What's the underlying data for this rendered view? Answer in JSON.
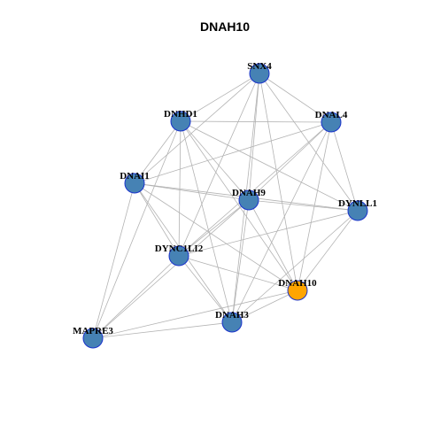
{
  "title": "DNAH10",
  "colors": {
    "node": "#4682B4",
    "node_border": "#1a33cc",
    "highlight": "#FFA500",
    "edge": "#b3b3b3"
  },
  "nodes": [
    {
      "id": "SNX4",
      "label": "SNX4",
      "highlight": false
    },
    {
      "id": "DNHD1",
      "label": "DNHD1",
      "highlight": false
    },
    {
      "id": "DNAL4",
      "label": "DNAL4",
      "highlight": false
    },
    {
      "id": "DNAI1",
      "label": "DNAI1",
      "highlight": false
    },
    {
      "id": "DNAH9",
      "label": "DNAH9",
      "highlight": false
    },
    {
      "id": "DYNLL1",
      "label": "DYNLL1",
      "highlight": false
    },
    {
      "id": "DYNC1LI2",
      "label": "DYNC1LI2",
      "highlight": false
    },
    {
      "id": "DNAH10",
      "label": "DNAH10",
      "highlight": true
    },
    {
      "id": "DNAH3",
      "label": "DNAH3",
      "highlight": false
    },
    {
      "id": "MAPRE3",
      "label": "MAPRE3",
      "highlight": false
    }
  ],
  "edges": [
    [
      "SNX4",
      "DNHD1"
    ],
    [
      "SNX4",
      "DNAL4"
    ],
    [
      "SNX4",
      "DNAI1"
    ],
    [
      "SNX4",
      "DNAH9"
    ],
    [
      "SNX4",
      "DYNLL1"
    ],
    [
      "SNX4",
      "DYNC1LI2"
    ],
    [
      "SNX4",
      "DNAH10"
    ],
    [
      "SNX4",
      "DNAH3"
    ],
    [
      "DNHD1",
      "DNAL4"
    ],
    [
      "DNHD1",
      "DNAI1"
    ],
    [
      "DNHD1",
      "DNAH9"
    ],
    [
      "DNHD1",
      "DYNLL1"
    ],
    [
      "DNHD1",
      "DYNC1LI2"
    ],
    [
      "DNHD1",
      "DNAH10"
    ],
    [
      "DNHD1",
      "DNAH3"
    ],
    [
      "DNHD1",
      "MAPRE3"
    ],
    [
      "DNAL4",
      "DNAI1"
    ],
    [
      "DNAL4",
      "DNAH9"
    ],
    [
      "DNAL4",
      "DYNLL1"
    ],
    [
      "DNAL4",
      "DYNC1LI2"
    ],
    [
      "DNAL4",
      "DNAH10"
    ],
    [
      "DNAL4",
      "DNAH3"
    ],
    [
      "DNAI1",
      "DNAH9"
    ],
    [
      "DNAI1",
      "DYNLL1"
    ],
    [
      "DNAI1",
      "DYNC1LI2"
    ],
    [
      "DNAI1",
      "DNAH10"
    ],
    [
      "DNAI1",
      "DNAH3"
    ],
    [
      "DNAI1",
      "MAPRE3"
    ],
    [
      "DNAH9",
      "DYNLL1"
    ],
    [
      "DNAH9",
      "DYNC1LI2"
    ],
    [
      "DNAH9",
      "DNAH10"
    ],
    [
      "DNAH9",
      "DNAH3"
    ],
    [
      "DNAH9",
      "MAPRE3"
    ],
    [
      "DYNLL1",
      "DYNC1LI2"
    ],
    [
      "DYNLL1",
      "DNAH10"
    ],
    [
      "DYNLL1",
      "DNAH3"
    ],
    [
      "DYNC1LI2",
      "DNAH10"
    ],
    [
      "DYNC1LI2",
      "DNAH3"
    ],
    [
      "DYNC1LI2",
      "MAPRE3"
    ],
    [
      "DNAH10",
      "DNAH3"
    ],
    [
      "DNAH10",
      "MAPRE3"
    ],
    [
      "DNAH3",
      "MAPRE3"
    ]
  ]
}
